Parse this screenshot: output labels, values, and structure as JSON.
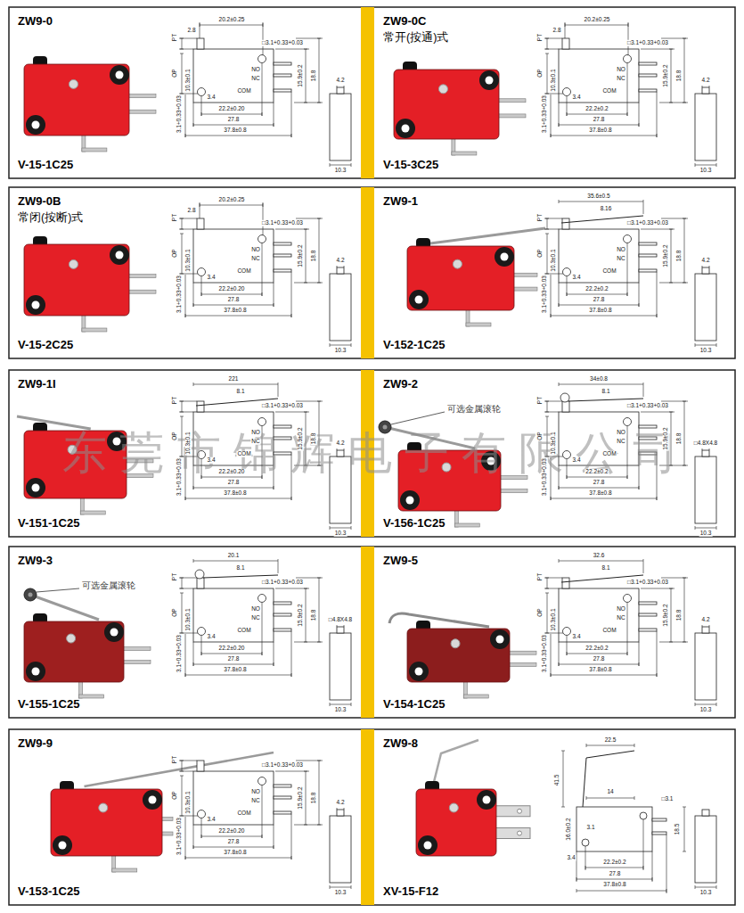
{
  "diagram": {
    "nodes": [
      {
        "text": [
          "ZW9-0",
          "V-15-1C25"
        ]
      },
      {
        "text": [
          "ZW9-0C",
          "常开(按通)式",
          "V-15-3C25"
        ]
      },
      {
        "text": [
          "ZW9-0B",
          "常闭(按断)式",
          "V-15-2C25"
        ]
      },
      {
        "text": [
          "ZW9-1",
          "V-152-1C25"
        ]
      },
      {
        "text": [
          "ZW9-1I",
          "V-151-1C25"
        ]
      },
      {
        "text": [
          "ZW9-2",
          "V-156-1C25"
        ]
      },
      {
        "text": [
          "ZW9-3",
          "V-155-1C25"
        ]
      },
      {
        "text": [
          "ZW9-5",
          "V-154-1C25"
        ]
      },
      {
        "text": [
          "ZW9-9",
          "V-153-1C25"
        ]
      },
      {
        "text": [
          "ZW9-8",
          "XV-15-F12"
        ]
      }
    ],
    "labels": [
      "PT",
      "2.8",
      "20.2±0.25",
      "□3.1+0.33+0.03",
      "OP",
      "10.3±0.1",
      "3.1+0.33+0.03",
      "3.4",
      "22.2±0.20",
      "27.8",
      "37.8±0.8",
      "15.9±0.2",
      "18.8",
      "NO",
      "NC",
      "COM",
      "4.2",
      "10.3",
      "PT",
      "2.8",
      "20.2±0.25",
      "□3.1+0.33+0.03",
      "OP",
      "10.3±0.1",
      "3.1+0.33+0.03",
      "3.4",
      "22.2±0.2",
      "27.8",
      "37.8±0.8",
      "15.9±0.2",
      "18.8",
      "NO",
      "NC",
      "COM",
      "4.2",
      "10.3",
      "PT",
      "2.8",
      "20.2±0.25",
      "□3.1+0.33+0.03",
      "OP",
      "10.3±0.1",
      "3.1+0.33+0.03",
      "3.4",
      "22.2±0.20",
      "27.8",
      "37.8±0.8",
      "15.9±0.2",
      "18.8",
      "NO",
      "NC",
      "COM",
      "4.2",
      "10.3",
      "PT",
      "35.6±0.5",
      "8.16",
      "□3.1+0.33+0.03",
      "OP",
      "10.3±0.1",
      "3.1+0.33+0.03",
      "3.4",
      "22.2±0.2",
      "27.8",
      "37.8±0.8",
      "15.9±0.2",
      "18.8",
      "NO",
      "NC",
      "COM",
      "4.2",
      "10.3",
      "PT",
      "221",
      "8.1",
      "□3.1+0.33+0.03",
      "OP",
      "10.3±0.1",
      "3.1+0.33+0.03",
      "3.4",
      "22.2±0.20",
      "27.8",
      "37.8±0.8",
      "15.9±0.2",
      "18.8",
      "NO",
      "NC",
      "COM",
      "4.2",
      "10.3",
      "PT",
      "34±0.8",
      "8.1",
      "□3.1+0.33+0.03",
      "OP",
      "10.3±0.1",
      "3.1+0.33+0.03",
      "3.4",
      "22.2±0.2",
      "27.8",
      "37.8±0.8",
      "15.9±0.2",
      "18.8",
      "NO",
      "NC",
      "COM",
      "□4.8X4.8",
      "10.3",
      "可选金属滚轮",
      "PT",
      "20.1",
      "8.1",
      "□3.1+0.33+0.03",
      "OP",
      "10.3±0.1",
      "3.1+0.33+0.03",
      "3.4",
      "22.2±0.20",
      "27.8",
      "37.8±0.8",
      "15.9±0.2",
      "18.8",
      "NO",
      "NC",
      "COM",
      "□4.8X4.8",
      "10.3",
      "可选金属滚轮",
      "PT",
      "32.6",
      "8.1",
      "□3.1+0.33+0.03",
      "OP",
      "10.3±0.1",
      "3.1+0.33+0.03",
      "3.4",
      "22.2±0.2",
      "27.8",
      "37.8±0.8",
      "15.9±0.2",
      "18.8",
      "NO",
      "NC",
      "COM",
      "4.2",
      "10.3",
      "PT",
      "□3.1+0.33+0.03",
      "OP",
      "10.3±0.1",
      "3.1+0.33+0.03",
      "3.4",
      "22.2±0.20",
      "27.8",
      "37.8±0.8",
      "15.9±0.2",
      "18.8",
      "NO",
      "NC",
      "COM",
      "4.2",
      "10.3",
      "22.5",
      "41.5",
      "14",
      "□3.1",
      "16.0±0.2",
      "3.1",
      "3.4",
      "22.2±0.2",
      "27.8",
      "37.8±0.8",
      "18.5",
      "10.3",
      "东莞市锦辉电子有限公司"
    ]
  }
}
